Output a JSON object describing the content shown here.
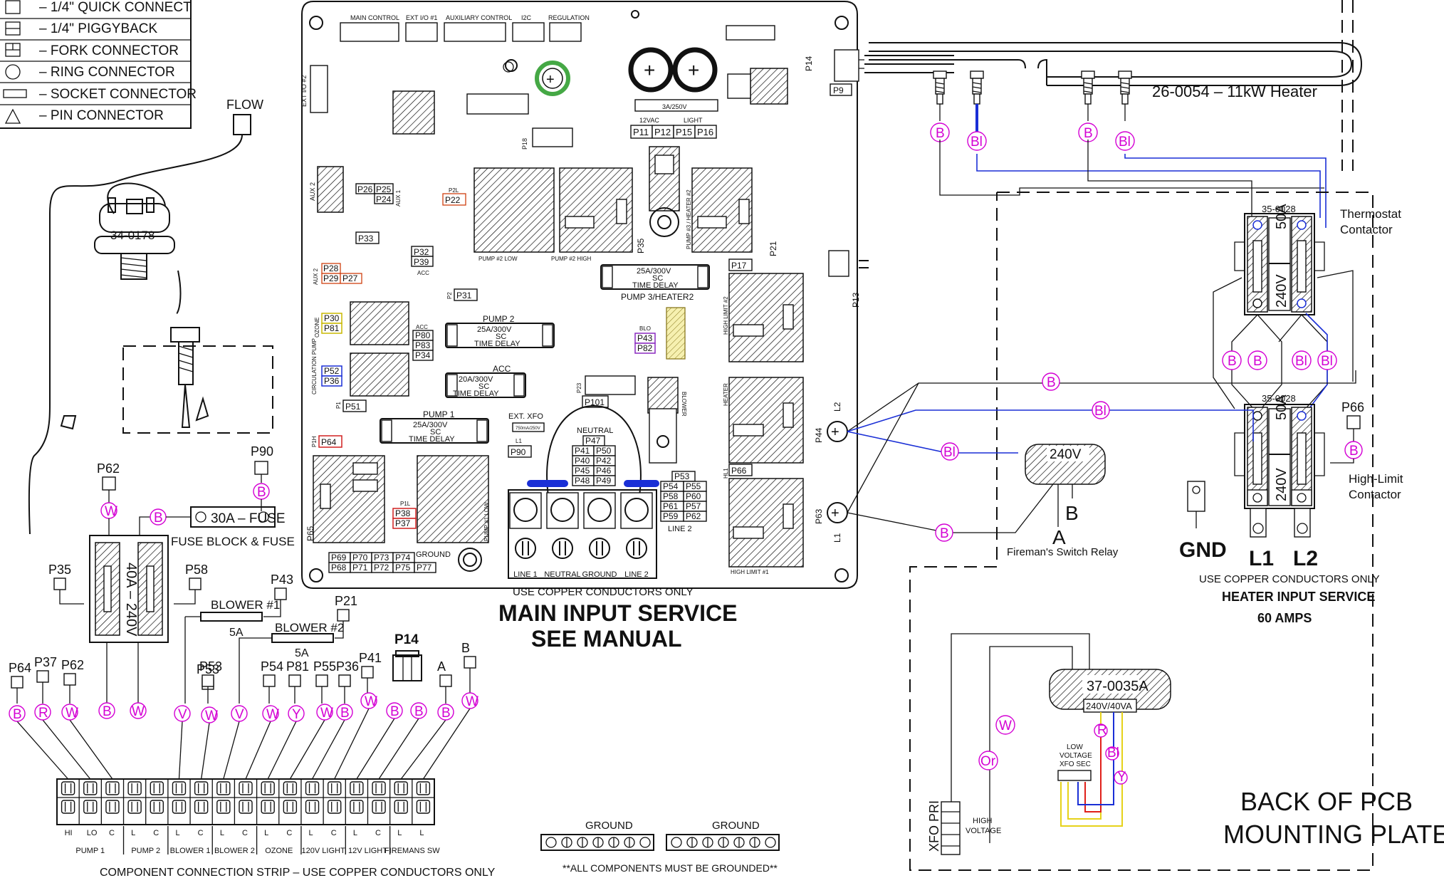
{
  "legend": [
    {
      "icon": "square-icon",
      "label": "– 1/4\" QUICK CONNECT"
    },
    {
      "icon": "piggyback-icon",
      "label": "– 1/4\" PIGGYBACK"
    },
    {
      "icon": "fork-icon",
      "label": "– FORK CONNECTOR"
    },
    {
      "icon": "ring-icon",
      "label": "– RING CONNECTOR"
    },
    {
      "icon": "socket-icon",
      "label": "– SOCKET CONNECTOR"
    },
    {
      "icon": "pin-icon",
      "label": "– PIN CONNECTOR"
    }
  ],
  "labels": {
    "flow": "FLOW",
    "pressure_switch": "34-0178",
    "fuse_block": "30A – FUSE",
    "fuse_block_caption": "FUSE BLOCK & FUSE",
    "contactor_left": "40A – 240V",
    "blower1": "BLOWER #1",
    "blower1_amp": "5A",
    "blower2": "BLOWER #2",
    "blower2_amp": "5A",
    "p14": "P14",
    "p62": "P62",
    "p90": "P90",
    "p35": "P35",
    "p58": "P58",
    "p43": "P43",
    "p21": "P21",
    "p53": "P53",
    "strip_caption": "COMPONENT CONNECTION STRIP – USE COPPER CONDUCTORS ONLY",
    "main_copper": "USE COPPER CONDUCTORS ONLY",
    "main_title_1": "MAIN INPUT SERVICE",
    "main_title_2": "SEE MANUAL",
    "ground1": "GROUND",
    "ground2": "GROUND",
    "ground_note": "**ALL COMPONENTS MUST BE GROUNDED**",
    "heater": "26-0054 – 11kW Heater",
    "thermostat_contactor_1": "Thermostat",
    "thermostat_contactor_2": "Contactor",
    "highlimit_contactor_1": "High-Limit",
    "highlimit_contactor_2": "Contactor",
    "contactor_code_top": "35-0028",
    "contactor_code_bottom": "35-0028",
    "contactor_amp": "50A",
    "contactor_volt": "240V",
    "p66": "P66",
    "gnd": "GND",
    "l1": "L1",
    "l2": "L2",
    "heater_copper": "USE COPPER CONDUCTORS ONLY",
    "heater_service": "HEATER INPUT SERVICE",
    "heater_amps": "60 AMPS",
    "relay_volt": "240V",
    "relay_a": "A",
    "relay_b": "B",
    "relay_caption": "Fireman's Switch Relay",
    "p44": "P44",
    "p63": "P63",
    "l2_small": "L2",
    "l1_small": "L1",
    "p13": "P13",
    "p9": "P9",
    "xfo_code": "37-0035A",
    "xfo_rating": "240V/40VA",
    "low_voltage_1": "LOW",
    "low_voltage_2": "VOLTAGE",
    "low_voltage_3": "XFO SEC",
    "xfo_pri": "XFO PRI",
    "high_voltage_1": "HIGH",
    "high_voltage_2": "VOLTAGE",
    "back_plate_1": "BACK OF PCB",
    "back_plate_2": "MOUNTING PLATE"
  },
  "pcb": {
    "headers_top": [
      "MAIN CONTROL",
      "EXT I/O #1",
      "AUXILIARY CONTROL",
      "I2C",
      "REGULATION"
    ],
    "fuse_rating": "3A/250V",
    "twelve_vac": "12VAC",
    "light": "LIGHT",
    "top_row": [
      "P11",
      "P12",
      "P15",
      "P16"
    ],
    "p18": "P18",
    "ext_io_2": "EXT I/O #2",
    "aux2_side": "AUX 2",
    "p26": "P26",
    "p25": "P25",
    "p24": "P24",
    "aux1": "AUX 1",
    "p33": "P33",
    "p2l_small": "P2L",
    "p22": "P22",
    "p32": "P32",
    "p39": "P39",
    "acc1": "ACC",
    "aux2_label": "AUX 2",
    "p28": "P28",
    "p29": "P29",
    "p27": "P27",
    "p2_small": "P2",
    "p31": "P31",
    "pump2_low": "PUMP #2 LOW",
    "pump2_high": "PUMP #2 HIGH",
    "p35_vert": "P35",
    "pump3_side": "PUMP #3 / HEATER #2",
    "p21_vert": "P21",
    "p17": "P17",
    "fuse_heater2_1": "25A/300V",
    "fuse_heater2_2": "SC",
    "fuse_heater2_3": "TIME DELAY",
    "pump3_heater2": "PUMP 3/HEATER2",
    "high_limit_2": "HIGH LIMIT #2",
    "ozone_side": "OZONE",
    "p30": "P30",
    "p81": "P81",
    "acc2": "ACC",
    "p80": "P80",
    "p83": "P83",
    "p34": "P34",
    "pump2_label": "PUMP 2",
    "fuse_pump2_1": "25A/300V",
    "fuse_pump2_2": "SC",
    "fuse_pump2_3": "TIME DELAY",
    "blo_small": "BLO",
    "p43": "P43",
    "p82": "P82",
    "circ_side": "CIRCULATION PUMP",
    "p52": "P52",
    "p36": "P36",
    "acc3": "ACC",
    "fuse_acc_1": "20A/300V",
    "fuse_acc_2": "SC",
    "fuse_acc_3": "TIME DELAY",
    "p1_small": "P1",
    "p51": "P51",
    "p23": "P23",
    "p101": "P101",
    "blower_side": "BLOWER",
    "heater_side": "HEATER",
    "pump1_label": "PUMP 1",
    "fuse_pump1_1": "25A/300V",
    "fuse_pump1_2": "SC",
    "fuse_pump1_3": "TIME DELAY",
    "ext_xfo": "EXT. XFO",
    "xfo_fuse": "750mA/250V",
    "l1_tiny": "L1",
    "p90": "P90",
    "neutral": "NEUTRAL",
    "neutral_grid": [
      [
        "P47"
      ],
      [
        "P41",
        "P50"
      ],
      [
        "P40",
        "P42"
      ],
      [
        "P45",
        "P46"
      ],
      [
        "P48",
        "P49"
      ]
    ],
    "line2_grid": [
      [
        "P53"
      ],
      [
        "P54",
        "P55"
      ],
      [
        "P58",
        "P60"
      ],
      [
        "P61",
        "P57"
      ],
      [
        "P59",
        "P62"
      ]
    ],
    "line2": "LINE 2",
    "p1h_small": "P1H",
    "p64": "P64",
    "p1l_small": "P1L",
    "p38": "P38",
    "p37": "P37",
    "pump1_low": "PUMP #1 LOW",
    "p65": "P65",
    "ground_grid": [
      [
        "P69",
        "P70",
        "P73",
        "P74"
      ],
      [
        "P68",
        "P71",
        "P72",
        "P75",
        "P77"
      ]
    ],
    "ground": "GROUND",
    "terminals": [
      "LINE 1",
      "NEUTRAL",
      "GROUND",
      "LINE 2"
    ],
    "hl1": "HL1",
    "p66": "P66",
    "high_limit_1": "HIGH LIMIT #1",
    "p14_side": "P14"
  },
  "strip": {
    "top_tags": [
      "P64",
      "P37",
      "P62",
      "P53",
      "P54",
      "P81",
      "P55",
      "P36",
      "P41",
      "A",
      "B"
    ],
    "wire_codes": [
      "B",
      "R",
      "W",
      "B",
      "W",
      "V",
      "W",
      "V",
      "W",
      "Y",
      "W",
      "B",
      "W",
      "B",
      "B",
      "B",
      "W"
    ],
    "terminal_labels": [
      "HI",
      "LO",
      "C",
      "L",
      "C",
      "L",
      "C",
      "L",
      "C",
      "L",
      "C",
      "L",
      "C",
      "L",
      "C",
      "L",
      "L"
    ],
    "groups": [
      "PUMP 1",
      "PUMP 2",
      "BLOWER 1",
      "BLOWER 2",
      "OZONE",
      "120V LIGHT",
      "12V LIGHT",
      "FIREMANS SW"
    ]
  },
  "wire_codes": {
    "heater_top": [
      "B",
      "Bl",
      "B",
      "Bl"
    ],
    "contactor_mid": [
      "B",
      "B",
      "Bl",
      "Bl"
    ],
    "long_b": "B",
    "long_bl": "Bl",
    "relay_bl": "Bl",
    "relay_b": "B",
    "p66_b": "B",
    "fuse_b": "B",
    "p90_b": "B",
    "p62_w": "W",
    "xfo_w": "W",
    "xfo_or": "Or",
    "xfo_r": "R",
    "xfo_bl": "Bl",
    "xfo_y": "Y"
  },
  "colors": {
    "wire_code": "#d400d4",
    "blue_wire": "#1a2fd6",
    "red_wire": "#e0201a",
    "yellow_wire": "#e6d21a",
    "line": "#111111"
  }
}
